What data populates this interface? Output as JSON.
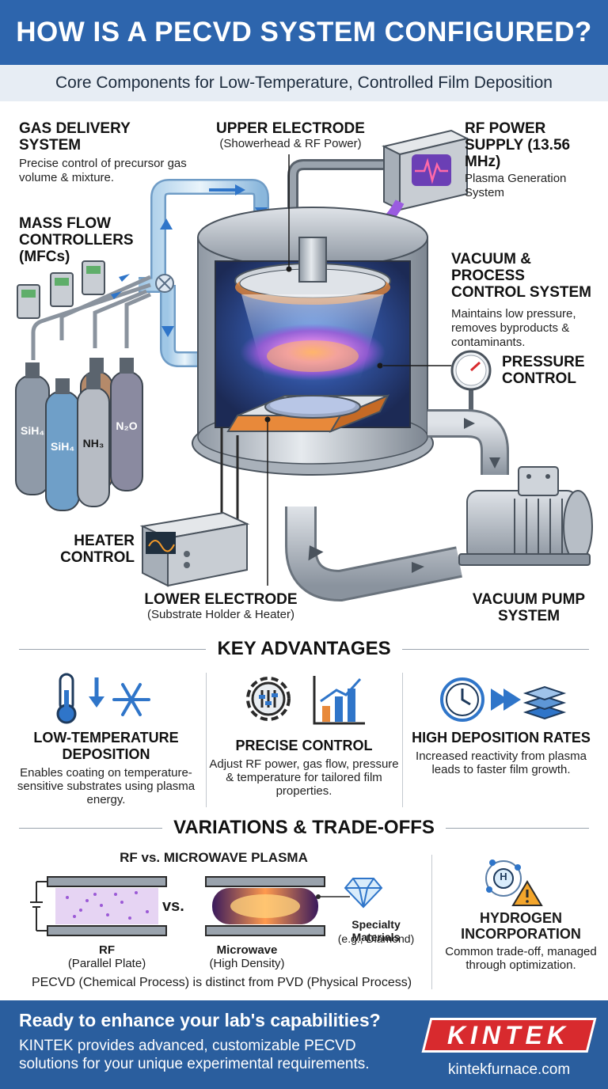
{
  "header": {
    "title": "HOW IS A PECVD SYSTEM CONFIGURED?",
    "subtitle": "Core Components for Low-Temperature, Controlled Film Deposition"
  },
  "diagram": {
    "gas_delivery": {
      "title": "GAS DELIVERY SYSTEM",
      "desc": "Precise control of precursor gas volume & mixture."
    },
    "upper_electrode": {
      "title": "UPPER ELECTRODE",
      "desc": "(Showerhead & RF Power)"
    },
    "rf_power": {
      "title": "RF POWER SUPPLY (13.56 MHz)",
      "desc": "Plasma Generation System"
    },
    "mfc": {
      "title": "MASS FLOW CONTROLLERS (MFCs)"
    },
    "vacuum_control": {
      "title": "VACUUM & PROCESS CONTROL SYSTEM",
      "desc": "Maintains low pressure, removes byproducts & contaminants."
    },
    "pressure_control": {
      "title": "PRESSURE CONTROL"
    },
    "heater_control": {
      "title": "HEATER CONTROL"
    },
    "lower_electrode": {
      "title": "LOWER ELECTRODE",
      "desc": "(Substrate Holder & Heater)"
    },
    "vacuum_pump": {
      "title": "VACUUM PUMP SYSTEM"
    },
    "cylinders": [
      "SiH₄",
      "SiH₄",
      "NH₃",
      "N₂O"
    ]
  },
  "advantages": {
    "heading": "KEY ADVANTAGES",
    "items": [
      {
        "title": "LOW-TEMPERATURE DEPOSITION",
        "desc": "Enables coating on temperature-sensitive substrates using plasma energy."
      },
      {
        "title": "PRECISE CONTROL",
        "desc": "Adjust RF power, gas flow, pressure & temperature for tailored film properties."
      },
      {
        "title": "HIGH DEPOSITION RATES",
        "desc": "Increased reactivity from plasma leads to faster film growth."
      }
    ]
  },
  "variations": {
    "heading": "VARIATIONS & TRADE-OFFS",
    "rf_vs_mw": "RF vs. MICROWAVE PLASMA",
    "vs": "vs.",
    "rf_label": "RF",
    "rf_sub": "(Parallel Plate)",
    "mw_label": "Microwave",
    "mw_sub": "(High Density)",
    "specialty_title": "Specialty Materials",
    "specialty_sub": "(e.g., Diamond)",
    "note": "PECVD (Chemical Process) is distinct from PVD (Physical Process)",
    "hydrogen_title": "HYDROGEN INCORPORATION",
    "hydrogen_desc": "Common trade-off, managed through optimization.",
    "h_symbol": "H"
  },
  "footer": {
    "headline": "Ready to enhance your lab's capabilities?",
    "text": "KINTEK provides advanced, customizable PECVD solutions for your unique experimental requirements.",
    "logo": "KINTEK",
    "url": "kintekfurnace.com"
  },
  "colors": {
    "brand_blue": "#2d65ad",
    "footer_blue": "#2a5e9e",
    "logo_red": "#d82a2e",
    "plasma_purple": "#9b59d6",
    "electrode_orange": "#e8893a"
  }
}
